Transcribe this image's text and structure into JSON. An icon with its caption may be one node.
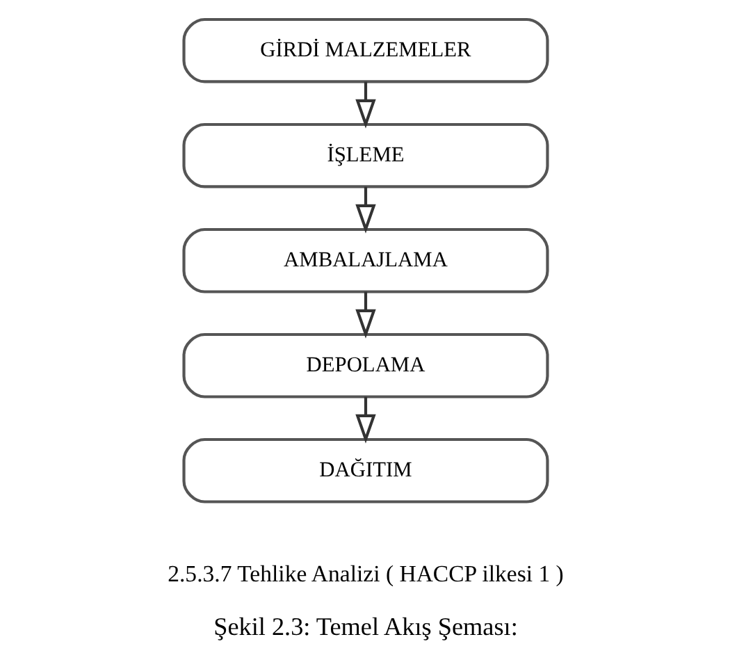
{
  "diagram": {
    "caption": "Şekil 2.3: Temel Akış Şeması:",
    "nodes": [
      {
        "text": [
          "GİRDİ MALZEMELER"
        ]
      },
      {
        "text": [
          "İŞLEME"
        ]
      },
      {
        "text": [
          "AMBALAJLAMA"
        ]
      },
      {
        "text": [
          "DEPOLAMA"
        ]
      },
      {
        "text": [
          "DAĞITIM"
        ]
      }
    ],
    "edges": [
      {
        "from": 0,
        "to": 1,
        "arrow": "to"
      },
      {
        "from": 1,
        "to": 2,
        "arrow": "to"
      },
      {
        "from": 2,
        "to": 3,
        "arrow": "to"
      },
      {
        "from": 3,
        "to": 4,
        "arrow": "to"
      }
    ],
    "labels": [
      "2.5.3.7 Tehlike Analizi ( HACCP ilkesi 1 )"
    ]
  }
}
